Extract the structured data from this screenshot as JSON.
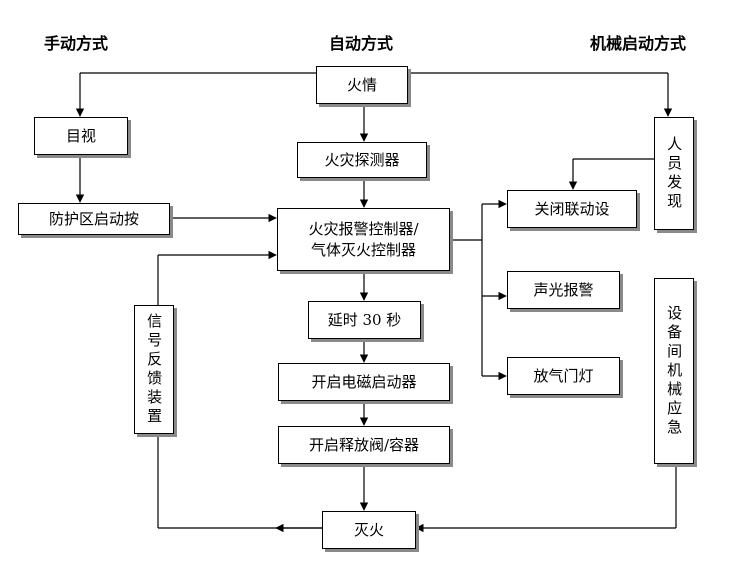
{
  "headers": {
    "manual": "手动方式",
    "auto": "自动方式",
    "mechanical": "机械启动方式"
  },
  "nodes": {
    "fire": "火情",
    "visual": "目视",
    "zone_button": "防护区启动按",
    "detector": "火灾探测器",
    "controller_line1": "火灾报警控制器/",
    "controller_line2": "气体灭火控制器",
    "delay": "延时 30 秒",
    "solenoid": "开启电磁启动器",
    "release_valve": "开启释放阀/容器",
    "extinguish": "灭火",
    "close_linkage": "关闭联动设",
    "sound_light": "声光报警",
    "discharge_lamp": "放气门灯",
    "person_found": "人员发现",
    "room_mech": "设备间机械应急",
    "feedback": "信号反馈装置"
  }
}
